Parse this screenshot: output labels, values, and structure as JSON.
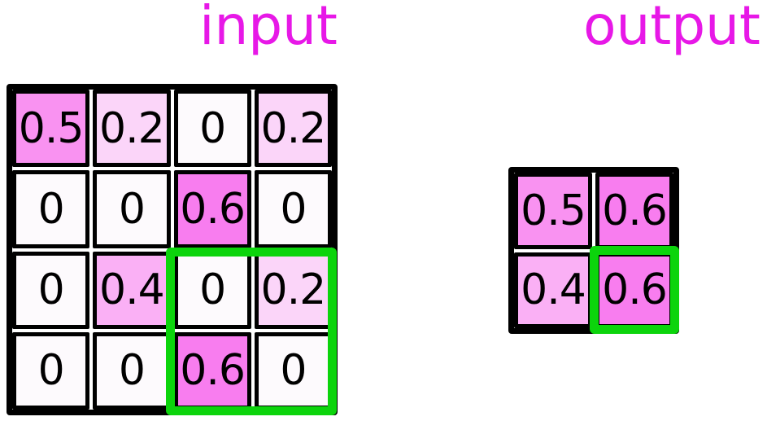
{
  "titles": {
    "input": "input",
    "output": "output"
  },
  "colors": {
    "title_magenta": "#e718e7",
    "highlight_green": "#0cd40c",
    "grid_line_black": "#000000",
    "cell_text": "#000000",
    "value_fills": {
      "0": "#fdfafd",
      "0.2": "#fbd5f9",
      "0.4": "#fab0f5",
      "0.5": "#f992f1",
      "0.6": "#f87def"
    }
  },
  "input_grid": {
    "rows": [
      [
        "0.5",
        "0.2",
        "0",
        "0.2"
      ],
      [
        "0",
        "0",
        "0.6",
        "0"
      ],
      [
        "0",
        "0.4",
        "0",
        "0.2"
      ],
      [
        "0",
        "0",
        "0.6",
        "0"
      ]
    ]
  },
  "output_grid": {
    "rows": [
      [
        "0.5",
        "0.6"
      ],
      [
        "0.4",
        "0.6"
      ]
    ]
  },
  "highlight": {
    "input_region": {
      "row_start": 2,
      "col_start": 2,
      "row_span": 2,
      "col_span": 2
    },
    "output_region": {
      "row": 1,
      "col": 1
    }
  }
}
